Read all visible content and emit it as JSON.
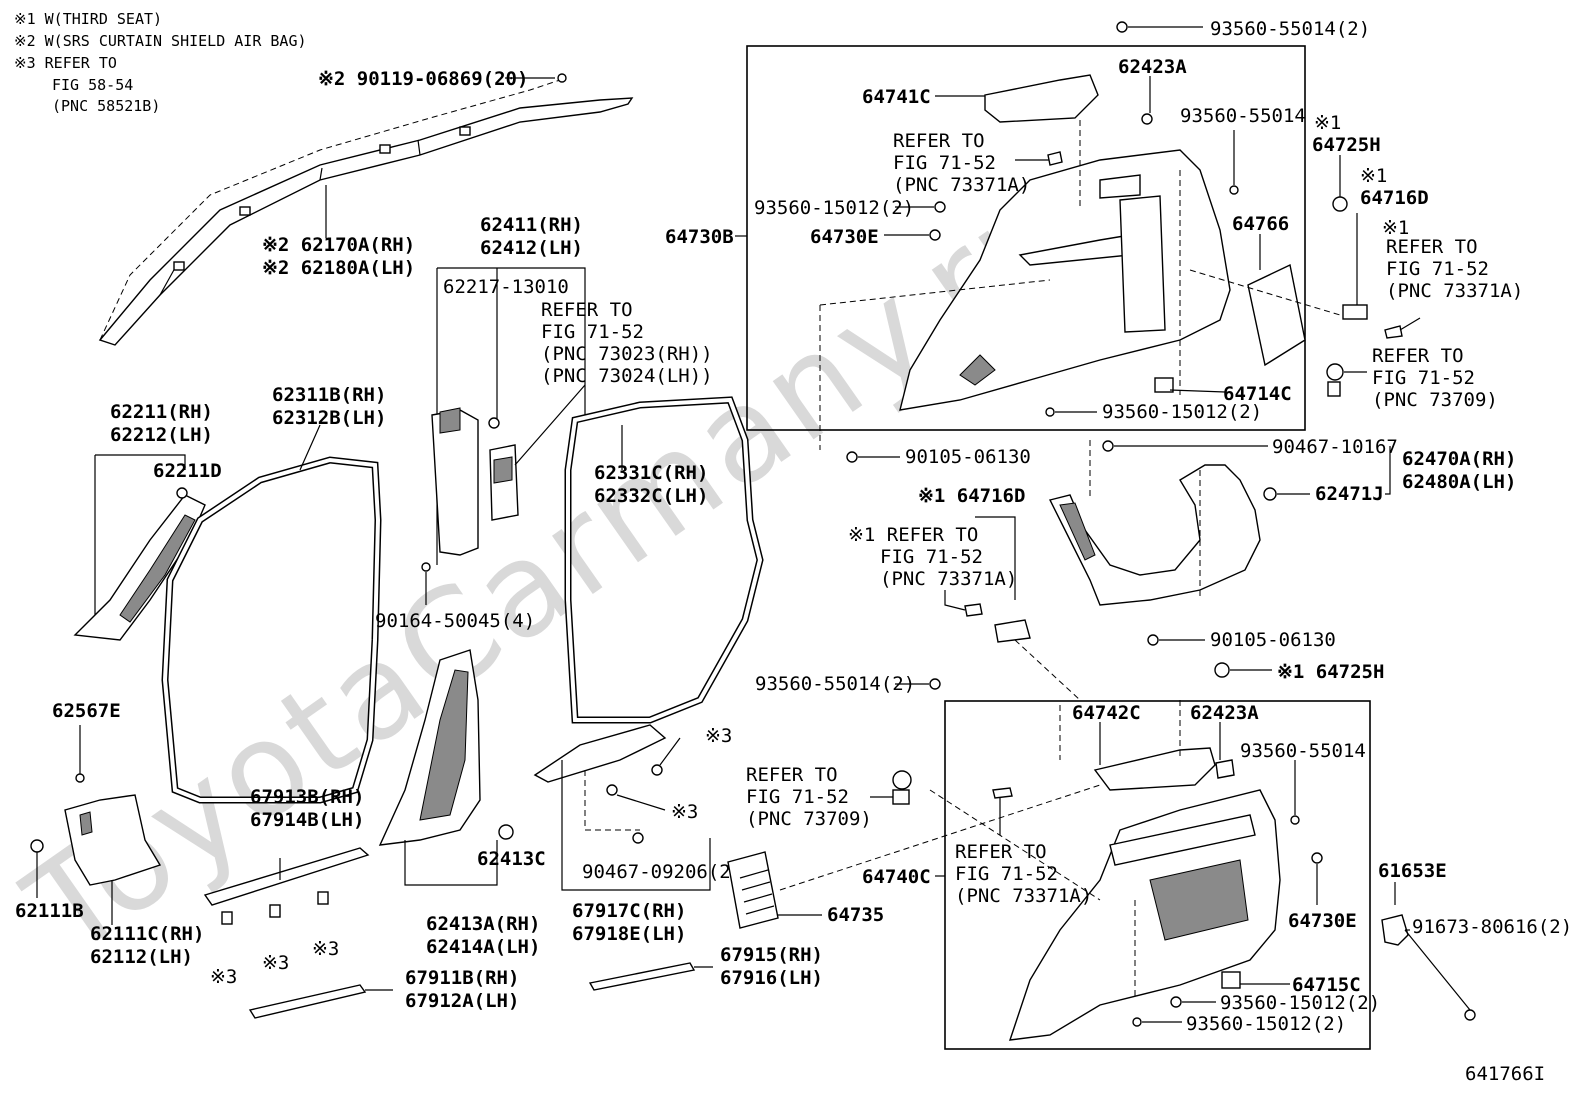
{
  "watermark": "ToyotaCarmany.ru",
  "notes": [
    "※1 W(THIRD SEAT)",
    "※2 W(SRS CURTAIN SHIELD AIR BAG)",
    "※3 REFER TO",
    "FIG 58-54",
    "(PNC 58521B)"
  ],
  "labels": {
    "l01": "93560-55014(2)",
    "l02": "62423A",
    "l03": "64741C",
    "l04": "REFER TO",
    "l05": "FIG 71-52",
    "l06": "(PNC 73371A)",
    "l07": "93560-55014",
    "l08": "※1",
    "l09": "64725H",
    "l10": "※1",
    "l11": "64716D",
    "l12": "※1",
    "l13": "REFER TO",
    "l14": "FIG 71-52",
    "l15": "(PNC 73371A)",
    "l16": "93560-15012(2)",
    "l17": "64730B",
    "l18": "64730E",
    "l19": "64766",
    "l20": "REFER TO",
    "l21": "FIG 71-52",
    "l22": "(PNC 73709)",
    "l23": "64714C",
    "l24": "93560-15012(2)",
    "l25": "90105-06130",
    "l26": "90467-10167",
    "l27": "62470A(RH)",
    "l28": "62480A(LH)",
    "l29": "62471J",
    "l30": "※1 64716D",
    "l31": "※1 REFER TO",
    "l32": "FIG 71-52",
    "l33": "(PNC 73371A)",
    "l34": "90105-06130",
    "l35": "※1 64725H",
    "l36": "93560-55014(2)",
    "l37": "64742C",
    "l38": "62423A",
    "l39": "93560-55014",
    "l40": "REFER TO",
    "l41": "FIG 71-52",
    "l42": "(PNC 73709)",
    "l43": "REFER TO",
    "l44": "FIG 71-52",
    "l45": "(PNC 73371A)",
    "l46": "64740C",
    "l47": "64730E",
    "l48": "61653E",
    "l49": "91673-80616(2)",
    "l50": "64735",
    "l51": "64715C",
    "l52": "93560-15012(2)",
    "l53": "93560-15012(2)",
    "l54": "641766I",
    "l55": "※2 90119-06869(20)",
    "l56": "※2 62170A(RH)",
    "l57": "※2 62180A(LH)",
    "l58": "62411(RH)",
    "l59": "62412(LH)",
    "l60": "62217-13010",
    "l61": "REFER TO",
    "l62": "FIG 71-52",
    "l63": "(PNC 73023(RH))",
    "l64": "(PNC 73024(LH))",
    "l65": "62311B(RH)",
    "l66": "62312B(LH)",
    "l67": "62211(RH)",
    "l68": "62212(LH)",
    "l69": "62211D",
    "l70": "62331C(RH)",
    "l71": "62332C(LH)",
    "l72": "90164-50045(4)",
    "l73": "62567E",
    "l74": "62111B",
    "l75": "62111C(RH)",
    "l76": "62112(LH)",
    "l77": "67913B(RH)",
    "l78": "67914B(LH)",
    "l79": "※3",
    "l80": "※3",
    "l81": "※3",
    "l82": "62413C",
    "l83": "62413A(RH)",
    "l84": "62414A(LH)",
    "l85": "※3",
    "l86": "※3",
    "l87": "90467-09206(2)",
    "l88": "67917C(RH)",
    "l89": "67918E(LH)",
    "l90": "67911B(RH)",
    "l91": "67912A(LH)",
    "l92": "67915(RH)",
    "l93": "67916(LH)"
  }
}
